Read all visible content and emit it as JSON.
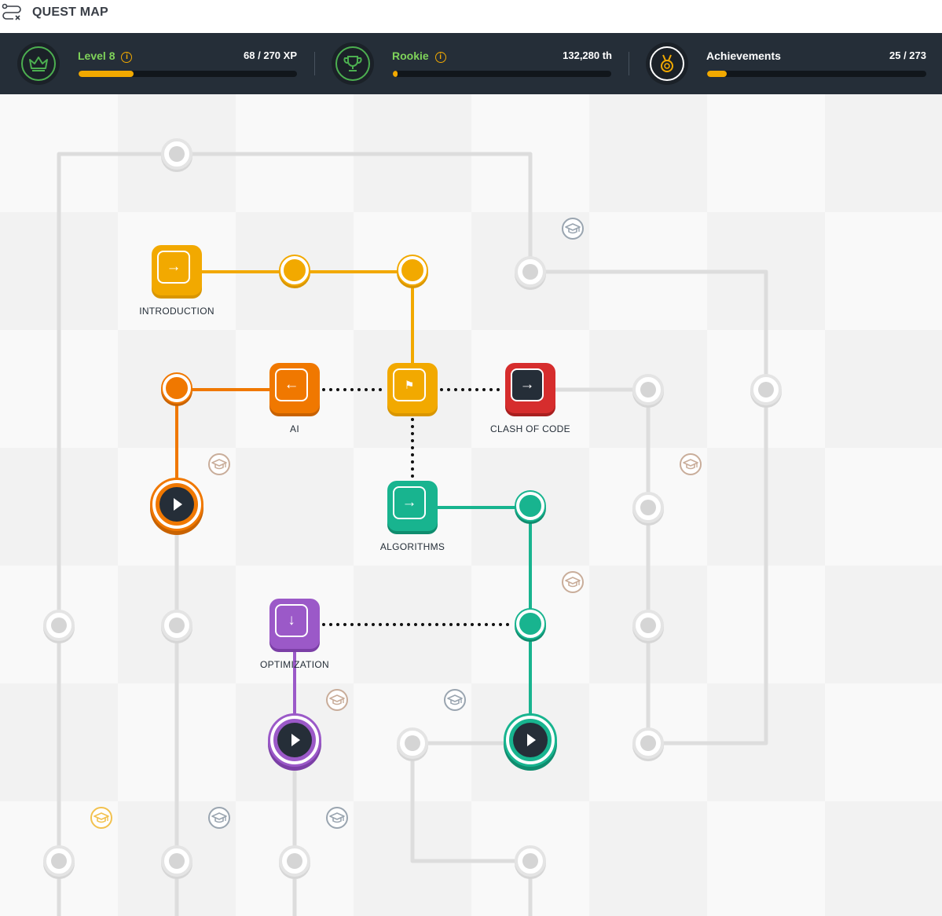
{
  "header": {
    "title": "QUEST MAP",
    "icon": "quest-map-icon"
  },
  "stats": {
    "level": {
      "label": "Level 8",
      "value": "68 / 270 XP",
      "progress": 0.25,
      "icon": "crown-icon"
    },
    "rank": {
      "label": "Rookie",
      "value": "132,280 th",
      "progress": 0.02,
      "icon": "trophy-icon"
    },
    "achievements": {
      "label": "Achievements",
      "value": "25 / 273",
      "progress": 0.09,
      "icon": "medal-icon"
    }
  },
  "quests": {
    "introduction": {
      "label": "INTRODUCTION",
      "icon": "arrow-right-icon",
      "color": "#f2a900"
    },
    "ai": {
      "label": "AI",
      "icon": "arrow-left-icon",
      "color": "#f07800"
    },
    "start": {
      "icon": "flag-icon",
      "color": "#f2a900"
    },
    "clash_of_code": {
      "label": "CLASH OF CODE",
      "icon": "arrow-right-icon",
      "color": "#d62d2d"
    },
    "algorithms": {
      "label": "ALGORITHMS",
      "icon": "arrow-right-icon",
      "color": "#18b48f"
    },
    "optimization": {
      "label": "OPTIMIZATION",
      "icon": "arrow-down-icon",
      "color": "#9b59c8"
    }
  },
  "colors": {
    "grey_path": "#dddddd",
    "orange": "#f07800",
    "yellow": "#f2a900",
    "green": "#18b48f",
    "purple": "#9b59c8",
    "red": "#d62d2d",
    "dark": "#252e38"
  }
}
